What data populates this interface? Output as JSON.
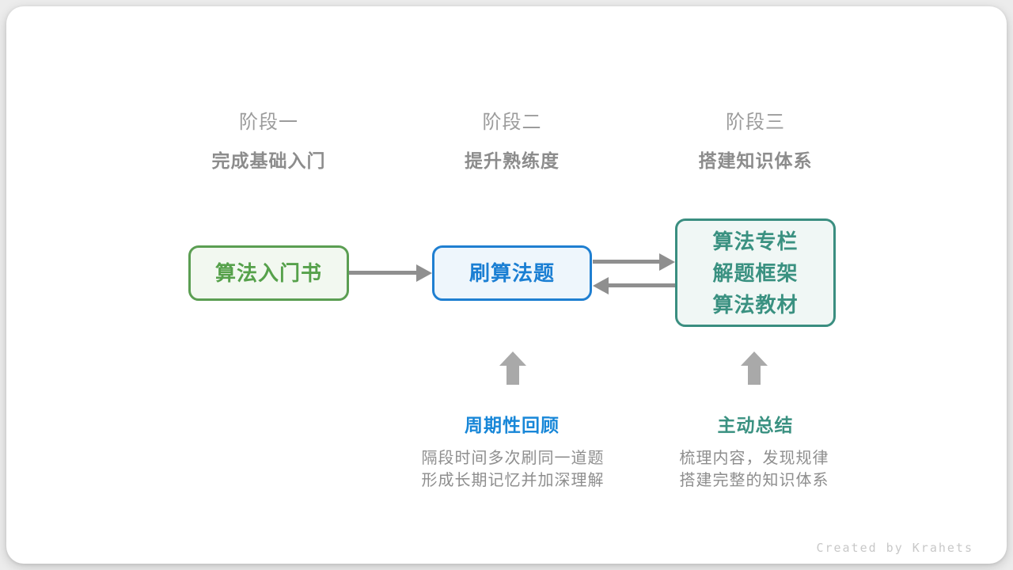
{
  "stages": [
    {
      "label": "阶段一",
      "subtitle": "完成基础入门"
    },
    {
      "label": "阶段二",
      "subtitle": "提升熟练度"
    },
    {
      "label": "阶段三",
      "subtitle": "搭建知识体系"
    }
  ],
  "nodes": [
    {
      "lines": [
        "算法入门书"
      ],
      "theme": "green"
    },
    {
      "lines": [
        "刷算法题"
      ],
      "theme": "blue"
    },
    {
      "lines": [
        "算法专栏",
        "解题框架",
        "算法教材"
      ],
      "theme": "teal"
    }
  ],
  "annotations": [
    {
      "title": "周期性回顾",
      "desc_line1": "隔段时间多次刷同一道题",
      "desc_line2": "形成长期记忆并加深理解",
      "theme": "blue"
    },
    {
      "title": "主动总结",
      "desc_line1": "梳理内容，发现规律",
      "desc_line2": "搭建完整的知识体系",
      "theme": "teal"
    }
  ],
  "credit": "Created by Krahets",
  "colors": {
    "green_text": "#56a14b",
    "green_border": "#5b9e52",
    "green_bg": "#f2f8f0",
    "blue_text": "#1b7fd3",
    "blue_border": "#1f7fd1",
    "blue_bg": "#eef6fc",
    "teal_text": "#3a9181",
    "teal_border": "#3a8e80",
    "teal_bg": "#f0f7f5",
    "arrow_gray": "#8f8f8f",
    "block_arrow_gray": "#a9a9a9",
    "stage_title_gray": "#9c9c9c",
    "desc_gray": "#8e8e8e",
    "credit_gray": "#c8c8c8"
  }
}
